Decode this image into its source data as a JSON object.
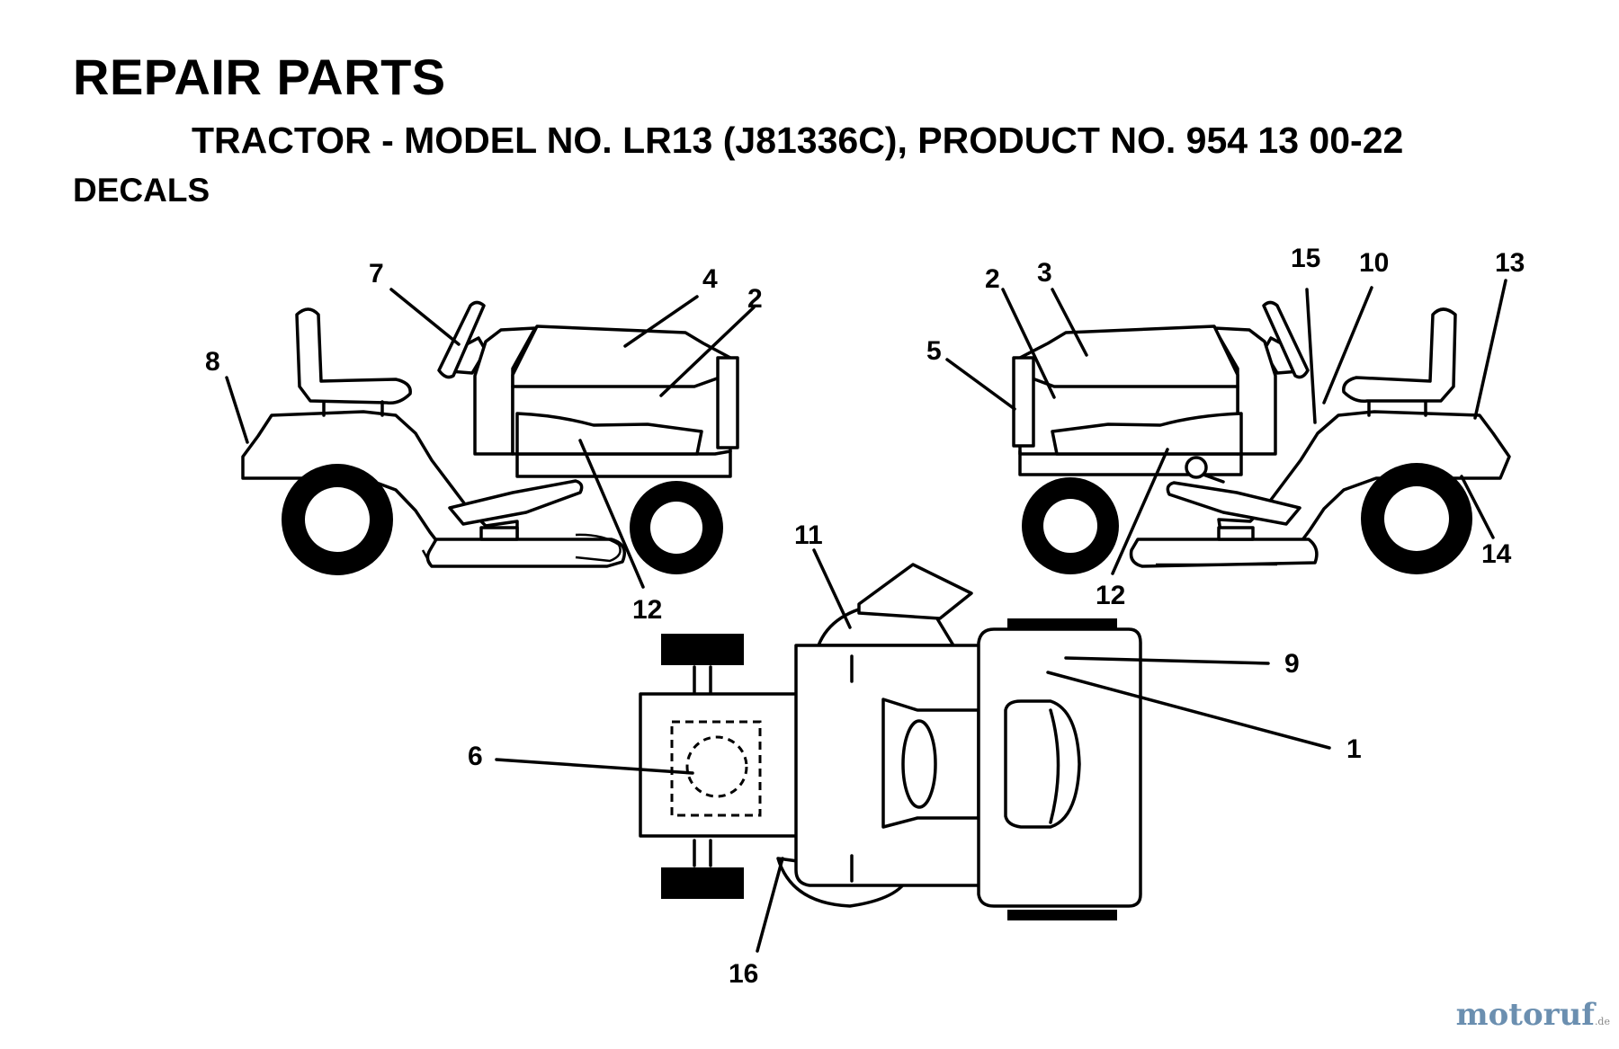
{
  "header": {
    "title": "REPAIR PARTS",
    "subtitle": "TRACTOR - MODEL NO. LR13 (J81336C), PRODUCT NO. 954 13 00-22",
    "section": "DECALS"
  },
  "callouts": [
    "1",
    "2",
    "3",
    "4",
    "5",
    "6",
    "7",
    "8",
    "9",
    "10",
    "11",
    "12",
    "13",
    "14",
    "15",
    "16"
  ],
  "watermark": {
    "brand": "motoruf",
    "suffix": ".de",
    "color": "#6b8fb0"
  }
}
